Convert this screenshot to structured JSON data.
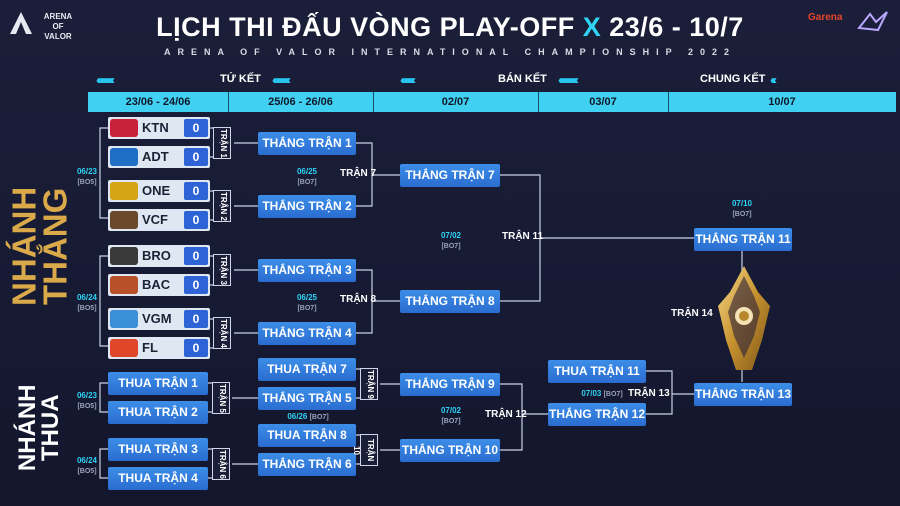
{
  "header": {
    "title_main": "LỊCH THI ĐẤU VÒNG PLAY-OFF",
    "title_x": "X",
    "title_dates": "23/6 - 10/7",
    "subtitle": "ARENA OF VALOR INTERNATIONAL CHAMPIONSHIP 2022",
    "logo_left": "ARENA OF VALOR",
    "logo_right": "Garena"
  },
  "stages": {
    "quarter": "TỨ KẾT",
    "semi": "BÁN KẾT",
    "final": "CHUNG KẾT"
  },
  "dates": [
    "23/06 - 24/06",
    "25/06 - 26/06",
    "02/07",
    "03/07",
    "10/07"
  ],
  "sides": {
    "upper_1": "NHÁNH",
    "upper_2": "THẮNG",
    "lower_1": "NHÁNH",
    "lower_2": "THUA"
  },
  "teams": [
    {
      "name": "KTN",
      "score": "0",
      "color": "#c9213a"
    },
    {
      "name": "ADT",
      "score": "0",
      "color": "#1f6fc6"
    },
    {
      "name": "ONE",
      "score": "0",
      "color": "#d6a516"
    },
    {
      "name": "VCF",
      "score": "0",
      "color": "#6a4a2a"
    },
    {
      "name": "BRO",
      "score": "0",
      "color": "#3a3a3a"
    },
    {
      "name": "BAC",
      "score": "0",
      "color": "#b8502a"
    },
    {
      "name": "VGM",
      "score": "0",
      "color": "#3b8fd8"
    },
    {
      "name": "FL",
      "score": "0",
      "color": "#e0462a"
    }
  ],
  "matches": {
    "m1": "TRẬN 1",
    "m2": "TRẬN 2",
    "m3": "TRẬN 3",
    "m4": "TRẬN 4",
    "m5": "TRẬN 5",
    "m6": "TRẬN 6",
    "m7": "TRẬN 7",
    "m8": "TRẬN 8",
    "m9": "TRẬN 9",
    "m10": "TRẬN 10",
    "m11": "TRẬN 11",
    "m12": "TRẬN 12",
    "m13": "TRẬN 13",
    "m14": "TRẬN 14"
  },
  "boxes": {
    "w1": "THẮNG TRẬN 1",
    "w2": "THẮNG TRẬN 2",
    "w3": "THẮNG TRẬN 3",
    "w4": "THẮNG TRẬN 4",
    "w7": "THẮNG TRẬN 7",
    "w8": "THẮNG TRẬN 8",
    "w11": "THẮNG TRẬN 11",
    "l1": "THUA TRẬN 1",
    "l2": "THUA TRẬN 2",
    "l3": "THUA TRẬN 3",
    "l4": "THUA TRẬN 4",
    "l7": "THUA TRẬN 7",
    "w5": "THẮNG TRẬN 5",
    "l8": "THUA TRẬN 8",
    "w6": "THẮNG TRẬN 6",
    "w9": "THẮNG TRẬN 9",
    "w10": "THẮNG TRẬN 10",
    "l11": "THUA TRẬN 11",
    "w12": "THẮNG TRẬN 12",
    "w13": "THẮNG TRẬN 13"
  },
  "schedules": {
    "s0623a": {
      "date": "06/23",
      "bo": "[BO5]"
    },
    "s0624a": {
      "date": "06/24",
      "bo": "[BO5]"
    },
    "s0625a": {
      "date": "06/25",
      "bo": "[BO7]"
    },
    "s0625b": {
      "date": "06/25",
      "bo": "[BO7]"
    },
    "s0702a": {
      "date": "07/02",
      "bo": "[BO7]"
    },
    "s0710": {
      "date": "07/10",
      "bo": "[BO7]"
    },
    "s0623b": {
      "date": "06/23",
      "bo": "[BO5]"
    },
    "s0624b": {
      "date": "06/24",
      "bo": "[BO5]"
    },
    "s0626": {
      "date": "06/26",
      "bo": "[BO7]"
    },
    "s0702b": {
      "date": "07/02",
      "bo": "[BO7]"
    },
    "s0703": {
      "date": "07/03",
      "bo": "[BO7]"
    }
  },
  "colors": {
    "accent": "#2fd3f5",
    "box": "#2f78dc",
    "background": "#181b35"
  }
}
